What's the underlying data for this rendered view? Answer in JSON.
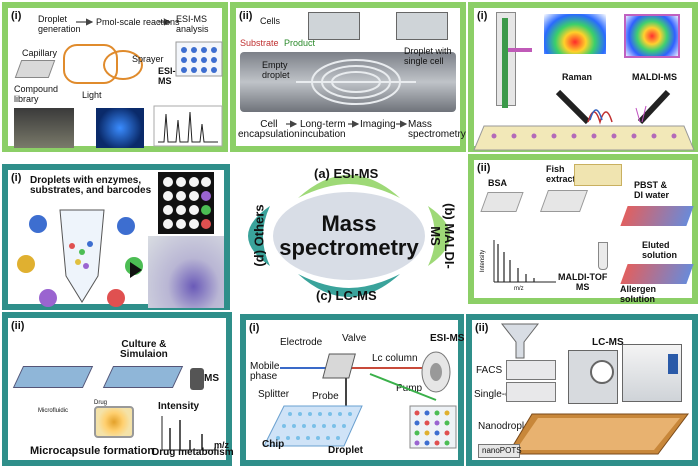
{
  "esi_left": {
    "tag": "(i)",
    "droplet_generation_1": "Droplet",
    "droplet_generation_2": "generation",
    "pmol": "Pmol-scale reactions",
    "esi_1": "ESI-MS",
    "esi_2": "analysis",
    "capillary": "Capillary",
    "sprayer": "Sprayer",
    "esi": "ESI-",
    "ms": "MS",
    "compound_1": "Compound",
    "compound_2": "library",
    "light": "Light"
  },
  "esi_right": {
    "tag": "(ii)",
    "cells": "Cells",
    "substrate": "Substrate",
    "product": "Product",
    "empty_1": "Empty",
    "empty_2": "droplet",
    "droplet_1": "Droplet with",
    "droplet_2": "single cell",
    "step1_1": "Cell",
    "step1_2": "encapsulation",
    "step2_1": "Long-term",
    "step2_2": "incubation",
    "step3": "Imaging",
    "step4_1": "Mass",
    "step4_2": "spectrometry"
  },
  "maldi_top": {
    "tag": "(i)",
    "raman": "Raman",
    "maldi": "MALDI-MS"
  },
  "maldi_bottom": {
    "tag": "(ii)",
    "bsa": "BSA",
    "fish_1": "Fish",
    "fish_2": "extracts",
    "pbst_1": "PBST &",
    "pbst_2": "DI water",
    "eluted_1": "Eluted",
    "eluted_2": "solution",
    "maldi_tof_1": "MALDI-TOF",
    "maldi_tof_2": "MS",
    "allergen_1": "Allergen",
    "allergen_2": "solution",
    "y_axis": "Intensity",
    "x_axis": "m/z"
  },
  "others_top": {
    "tag": "(i)",
    "title_1": "Droplets with enzymes,",
    "title_2": "substrates, and barcodes"
  },
  "others_bottom": {
    "tag": "(ii)",
    "culture_1": "Culture &",
    "culture_2": "Simulaion",
    "ms": "MS",
    "intensity": "Intensity",
    "mz": "m/z",
    "microfluidic": "Microfluidic",
    "drug": "Drug",
    "microcapsule": "Microcapsule formation",
    "drug_metabolism": "Drug metabolism"
  },
  "lcms_left": {
    "tag": "(i)",
    "electrode": "Electrode",
    "valve": "Valve",
    "esi": "ESI-MS",
    "mobile_1": "Mobile",
    "mobile_2": "phase",
    "lc_column": "Lc column",
    "splitter": "Splitter",
    "probe": "Probe",
    "pump": "Pump",
    "chip": "Chip",
    "droplet": "Droplet"
  },
  "lcms_right": {
    "tag": "(ii)",
    "lcms": "LC-MS",
    "facs": "FACS",
    "single_cells": "Single-cells",
    "nanodroplet": "Nanodroplet",
    "nanopots": "nanoPOTS"
  },
  "center": {
    "title_1": "Mass",
    "title_2": "spectrometry",
    "top": "(a) ESI-MS",
    "right_1": "(b) MALDI-",
    "right_2": "MS",
    "bottom": "(c) LC-MS",
    "left": "(d) Others"
  },
  "colors": {
    "green_frame": "#8ccf67",
    "teal_frame": "#2f8f8a",
    "petal_green": "#9ed977",
    "petal_teal": "#3aa39b",
    "ellipse": "#d8dde6"
  }
}
